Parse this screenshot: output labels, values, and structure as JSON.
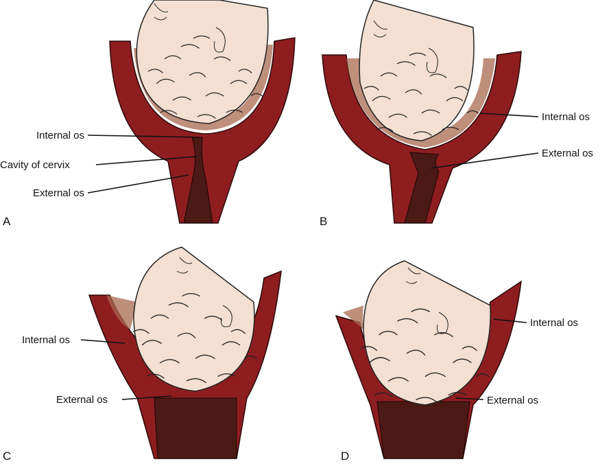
{
  "colors": {
    "uterus": "#8e1d20",
    "head": "#f3e0d2",
    "canal": "#4b1a14"
  },
  "panels": [
    {
      "letter": "A",
      "labels": [
        "Internal os",
        "Cavity of cervix",
        "External os"
      ]
    },
    {
      "letter": "B",
      "labels": [
        "Internal os",
        "External os"
      ]
    },
    {
      "letter": "C",
      "labels": [
        "Internal os",
        "External os"
      ]
    },
    {
      "letter": "D",
      "labels": [
        "Internal os",
        "External os"
      ]
    }
  ]
}
